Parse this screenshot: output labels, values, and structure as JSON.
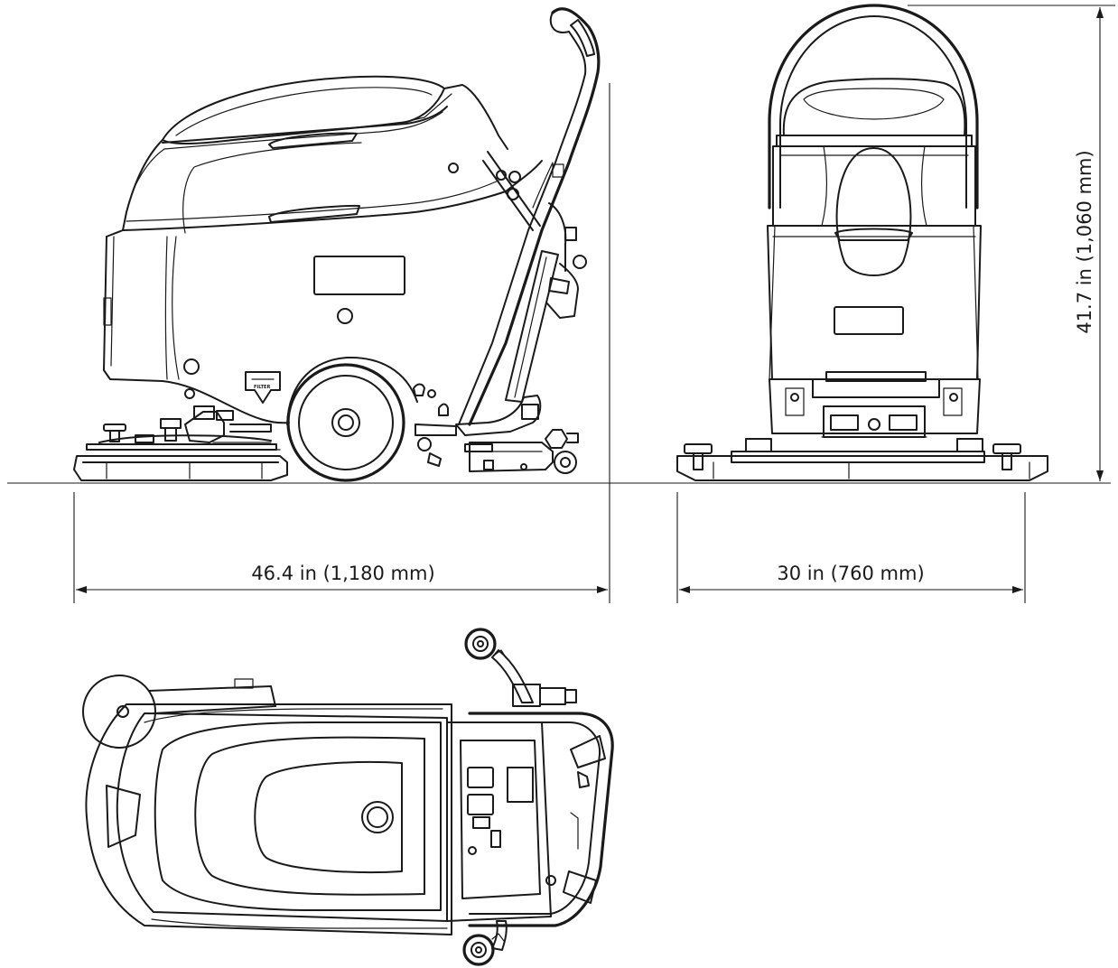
{
  "dimensions": {
    "length": "46.4 in (1,180 mm)",
    "width": "30 in (760 mm)",
    "height": "41.7 in (1,060 mm)"
  },
  "labels": {
    "filter_decal": "FILTER"
  },
  "colors": {
    "line": "#1a1a1a",
    "background": "#ffffff"
  }
}
